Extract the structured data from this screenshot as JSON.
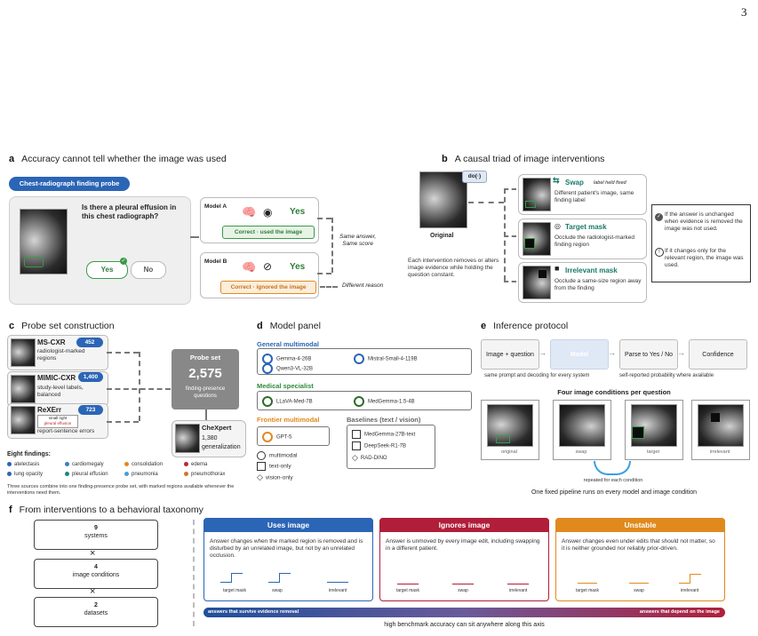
{
  "page_number": "3",
  "a": {
    "letter": "a",
    "title": "Accuracy cannot tell whether the image was used",
    "probe_label": "Chest-radiograph finding probe",
    "question": "Is there a pleural effusion in this chest radiograph?",
    "yes_label": "Yes",
    "no_label": "No",
    "model_a": "Model A",
    "model_b": "Model B",
    "answer_a": "Yes",
    "answer_b": "Yes",
    "result_a": "Correct · used the image",
    "result_b": "Correct · ignored the image",
    "same_answer": "Same answer,",
    "same_score": "Same score",
    "different_reason": "Different reason"
  },
  "b": {
    "letter": "b",
    "title": "A causal triad of image interventions",
    "do_label": "do(·)",
    "original_label": "Original",
    "caption": "Each intervention removes or alters image evidence while holding the question constant.",
    "swap_title": "Swap",
    "swap_note": "label held fixed",
    "swap_desc": "Different patient's image, same finding label",
    "target_title": "Target mask",
    "target_desc": "Occlude the radiologist-marked finding region",
    "irrelevant_title": "Irrelevant mask",
    "irrelevant_desc": "Occlude a same-size region away from the finding",
    "note1": "If the answer is unchanged when evidence is removed the image was not used.",
    "note2": "If it changes only for the relevant region, the image was used.",
    "note2_mark": "!"
  },
  "c": {
    "letter": "c",
    "title": "Probe set construction",
    "sources": [
      {
        "name": "MS-CXR",
        "count": "452",
        "desc": "radiologist-marked regions"
      },
      {
        "name": "MIMIC-CXR",
        "count": "1,400",
        "desc": "study-level labels, balanced"
      },
      {
        "name": "ReXErr",
        "count": "723",
        "desc": "report-sentence errors"
      }
    ],
    "rexerr_lines": [
      "small right",
      "pleural effusion"
    ],
    "probe_set_label": "Probe set",
    "probe_set_count": "2,575",
    "probe_set_desc": "finding-presence questions",
    "chexpert_name": "CheXpert",
    "chexpert_count": "1,380",
    "chexpert_desc": "generalization",
    "findings_title": "Eight findings:",
    "findings": [
      {
        "label": "atelectasis",
        "color": "#2b65b6"
      },
      {
        "label": "cardiomegaly",
        "color": "#3a7fc0"
      },
      {
        "label": "consolidation",
        "color": "#e08a1e"
      },
      {
        "label": "edema",
        "color": "#c0262f"
      },
      {
        "label": "lung opacity",
        "color": "#2b65b6"
      },
      {
        "label": "pleural effusion",
        "color": "#1a8a7a"
      },
      {
        "label": "pneumonia",
        "color": "#4aa0c8"
      },
      {
        "label": "pneumothorax",
        "color": "#d0743a"
      }
    ],
    "footnote": "Three sources combine into one finding-presence probe set, with marked regions available whenever the interventions need them."
  },
  "d": {
    "letter": "d",
    "title": "Model panel",
    "general_title": "General multimodal",
    "general": [
      "Gemma-4-26B",
      "Mistral-Small-4-119B",
      "Qwen3-VL-32B"
    ],
    "medical_title": "Medical specialist",
    "medical": [
      "LLaVA-Med-7B",
      "MedGemma-1.5-4B"
    ],
    "frontier_title": "Frontier multimodal",
    "frontier": [
      "GPT-5"
    ],
    "baselines_title": "Baselines (text / vision)",
    "baselines": [
      "MedGemma-27B-text",
      "DeepSeek-R1-7B",
      "RAD-DINO"
    ],
    "legend": [
      "multimodal",
      "text-only",
      "vision-only"
    ]
  },
  "e": {
    "letter": "e",
    "title": "Inference protocol",
    "steps": [
      "Image + question",
      "Model",
      "Parse to Yes / No",
      "Confidence"
    ],
    "note_left": "same prompt and decoding for every system",
    "note_right": "self-reported probability where available",
    "conditions_title": "Four image conditions per question",
    "conditions": [
      "original",
      "swap",
      "target",
      "irrelevant"
    ],
    "repeat_label": "repeated for each condition",
    "footer": "One fixed pipeline runs on every model and image condition"
  },
  "f": {
    "letter": "f",
    "title": "From interventions to a behavioral taxonomy",
    "factors": [
      {
        "num": "9",
        "label": "systems"
      },
      {
        "num": "4",
        "label": "image conditions"
      },
      {
        "num": "2",
        "label": "datasets"
      }
    ],
    "times": "×",
    "categories": [
      {
        "name": "Uses image",
        "color": "#2b65b6",
        "desc": "Answer changes when the marked region is removed and is disturbed by an unrelated image, but not by an unrelated occlusion."
      },
      {
        "name": "Ignores image",
        "color": "#b01e3a",
        "desc": "Answer is unmoved by every image edit, including swapping in a different patient."
      },
      {
        "name": "Unstable",
        "color": "#e08a1e",
        "desc": "Answer changes even under edits that should not matter, so it is neither grounded nor reliably prior-driven."
      }
    ],
    "mini_labels": [
      "target mask",
      "swap",
      "irrelevant"
    ],
    "bar_left": "answers that survive evidence removal",
    "bar_right": "answers that depend on the image",
    "footer": "high benchmark accuracy can sit anywhere along this axis"
  }
}
